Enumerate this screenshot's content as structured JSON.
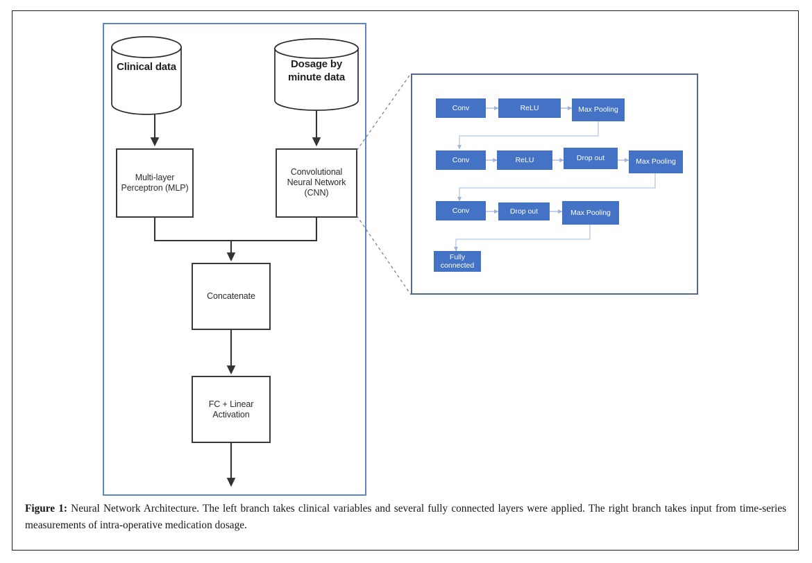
{
  "figure": {
    "caption_label": "Figure 1:",
    "caption_text": " Neural Network Architecture. The left branch takes clinical variables and several fully connected layers were applied. The right branch takes input from time-series measurements of intra-operative medication dosage."
  },
  "colors": {
    "block_blue": "#4472C4",
    "region_border_blue": "#5B86C8",
    "panel_border": "#56688A",
    "frame_black": "#1A1A1A",
    "connector_light_blue": "#B4C6E7",
    "arrow_black": "#333333"
  },
  "main_flow": {
    "datastores": [
      {
        "id": "clinical-data",
        "label": "Clinical data"
      },
      {
        "id": "dosage-by-minute-data",
        "label": "Dosage by\nminute data"
      }
    ],
    "model_boxes": [
      {
        "id": "mlp",
        "label": "Multi-layer\nPerceptron (MLP)"
      },
      {
        "id": "cnn",
        "label": "Convolutional\nNeural Network\n(CNN)"
      }
    ],
    "merge_boxes": [
      {
        "id": "concatenate",
        "label": "Concatenate"
      },
      {
        "id": "fc-linear-activation",
        "label": "FC + Linear\nActivation"
      }
    ]
  },
  "cnn_detail": {
    "rows": [
      {
        "id": "cnn-row-1",
        "blocks": [
          {
            "id": "conv-1",
            "label": "Conv"
          },
          {
            "id": "relu-1",
            "label": "ReLU"
          },
          {
            "id": "max-pooling-1",
            "label": "Max Pooling"
          }
        ]
      },
      {
        "id": "cnn-row-2",
        "blocks": [
          {
            "id": "conv-2",
            "label": "Conv"
          },
          {
            "id": "relu-2",
            "label": "ReLU"
          },
          {
            "id": "drop-out-1",
            "label": "Drop out"
          },
          {
            "id": "max-pooling-2",
            "label": "Max Pooling"
          }
        ]
      },
      {
        "id": "cnn-row-3",
        "blocks": [
          {
            "id": "conv-3",
            "label": "Conv"
          },
          {
            "id": "drop-out-2",
            "label": "Drop out"
          },
          {
            "id": "max-pooling-3",
            "label": "Max Pooling"
          }
        ]
      },
      {
        "id": "cnn-row-4",
        "blocks": [
          {
            "id": "fully-connected",
            "label": "Fully\nconnected"
          }
        ]
      }
    ]
  }
}
